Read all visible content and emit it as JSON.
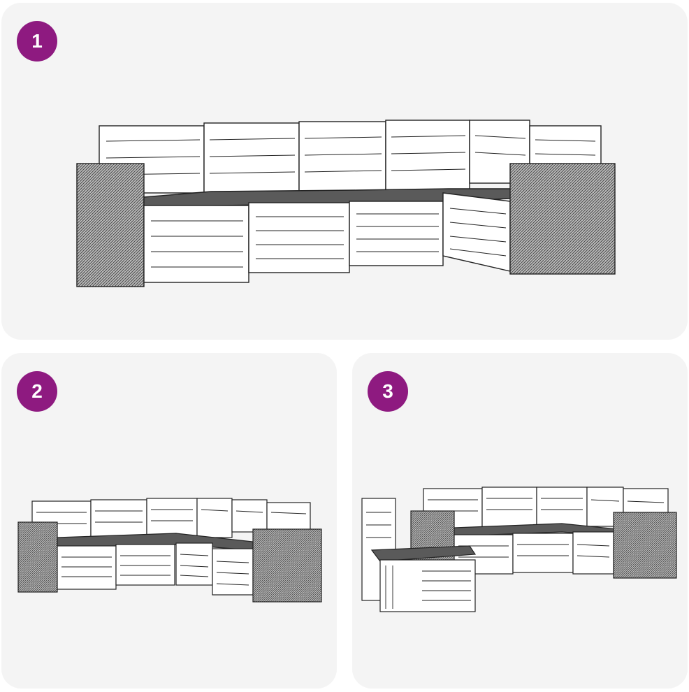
{
  "steps": [
    {
      "number": "1"
    },
    {
      "number": "2"
    },
    {
      "number": "3"
    }
  ],
  "colors": {
    "badge": "#8e1a80",
    "panel": "#f4f4f4",
    "line": "#222222",
    "seat": "#5a5a5a",
    "rattan": "#9a9a9a"
  },
  "icons": {
    "step1": "sofa-set-6-piece-icon",
    "step2": "sofa-set-corner-icon",
    "step3": "sofa-set-with-table-icon"
  }
}
